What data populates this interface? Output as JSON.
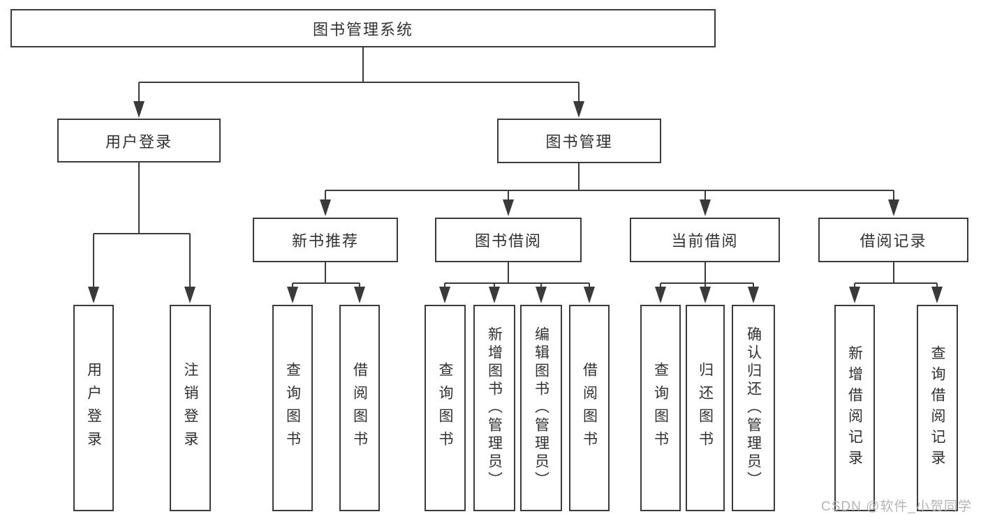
{
  "diagram": {
    "title": "图书管理系统",
    "watermark": "CSDN @软件_小贺同学",
    "colors": {
      "line": "#3a3a3a",
      "box_border": "#3a3a3a",
      "text": "#303030",
      "watermark": "#b5b5b5",
      "background": "#ffffff"
    },
    "nodes": {
      "root": "图书管理系统",
      "user_login": "用户登录",
      "book_mgmt": "图书管理",
      "new_book_rec": "新书推荐",
      "book_borrow": "图书借阅",
      "current_borrow": "当前借阅",
      "borrow_records": "借阅记录",
      "leaf_user_login": "用户登录",
      "leaf_logout": "注销登录",
      "leaf_rec_query_books": "查询图书",
      "leaf_rec_borrow_books": "借阅图书",
      "leaf_bb_query_books": "查询图书",
      "leaf_bb_add_books": "新增图书（管理员）",
      "leaf_bb_edit_books": "编辑图书（管理员）",
      "leaf_bb_borrow_books": "借阅图书",
      "leaf_cb_query_books": "查询图书",
      "leaf_cb_return_books": "归还图书",
      "leaf_cb_confirm_return": "确认归还（管理员）",
      "leaf_br_add_record": "新增借阅记录",
      "leaf_br_query_record": "查询借阅记录"
    },
    "hierarchy": {
      "图书管理系统": {
        "用户登录": [
          "用户登录",
          "注销登录"
        ],
        "图书管理": {
          "新书推荐": [
            "查询图书",
            "借阅图书"
          ],
          "图书借阅": [
            "查询图书",
            "新增图书（管理员）",
            "编辑图书（管理员）",
            "借阅图书"
          ],
          "当前借阅": [
            "查询图书",
            "归还图书",
            "确认归还（管理员）"
          ],
          "借阅记录": [
            "新增借阅记录",
            "查询借阅记录"
          ]
        }
      }
    }
  }
}
